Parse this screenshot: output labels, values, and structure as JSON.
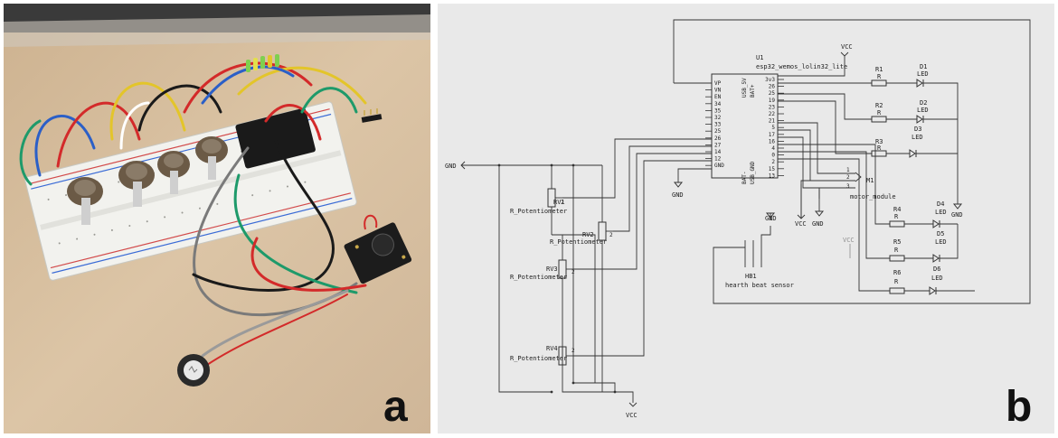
{
  "panels": {
    "a": {
      "letter": "a"
    },
    "b": {
      "letter": "b"
    }
  },
  "schematic": {
    "mcu": {
      "ref": "U1",
      "value": "esp32_wemos_lolin32_lite",
      "left_pins": [
        "VP",
        "VN",
        "EN",
        "34",
        "35",
        "32",
        "33",
        "25",
        "26",
        "27",
        "14",
        "12",
        "GND"
      ],
      "right_pins": [
        "3v3",
        "26",
        "25",
        "19",
        "23",
        "22",
        "21",
        "5",
        "17",
        "16",
        "4",
        "0",
        "2",
        "15",
        "13"
      ],
      "top_pins": [
        "USB_5V",
        "BAT+"
      ],
      "bottom_pins": [
        "BAT-",
        "USB_GND"
      ]
    },
    "resistors_top": [
      {
        "ref": "R1",
        "value": "R"
      },
      {
        "ref": "R2",
        "value": "R"
      },
      {
        "ref": "R3",
        "value": "R"
      }
    ],
    "leds_top": [
      {
        "ref": "D1",
        "value": "LED"
      },
      {
        "ref": "D2",
        "value": "LED"
      },
      {
        "ref": "D3",
        "value": "LED"
      }
    ],
    "resistors_bottom": [
      {
        "ref": "R4",
        "value": "R"
      },
      {
        "ref": "R5",
        "value": "R"
      },
      {
        "ref": "R6",
        "value": "R"
      }
    ],
    "leds_bottom": [
      {
        "ref": "D4",
        "value": "LED"
      },
      {
        "ref": "D5",
        "value": "LED"
      },
      {
        "ref": "D6",
        "value": "LED"
      }
    ],
    "pots": [
      {
        "ref": "RV1",
        "value": "R_Potentiometer"
      },
      {
        "ref": "RV2",
        "value": "R_Potentiometer"
      },
      {
        "ref": "RV3",
        "value": "R_Potentiometer"
      },
      {
        "ref": "RV4",
        "value": "R_Potentiometer"
      }
    ],
    "motor": {
      "ref": "M1",
      "value": "motor_module",
      "pins": [
        "1",
        "2",
        "3"
      ]
    },
    "heart": {
      "ref": "HB1",
      "value": "hearth beat sensor"
    },
    "power": {
      "vcc": "VCC",
      "gnd": "GND"
    },
    "pin_number": "2"
  },
  "colors": {
    "schematic_bg": "#e9e9e9",
    "table": "#d9c0a0",
    "wire_red": "#d32a2a",
    "wire_green": "#1e9a6a",
    "wire_blue": "#2b5fc7",
    "wire_yellow": "#e3c52a",
    "wire_black": "#1a1a1a"
  }
}
